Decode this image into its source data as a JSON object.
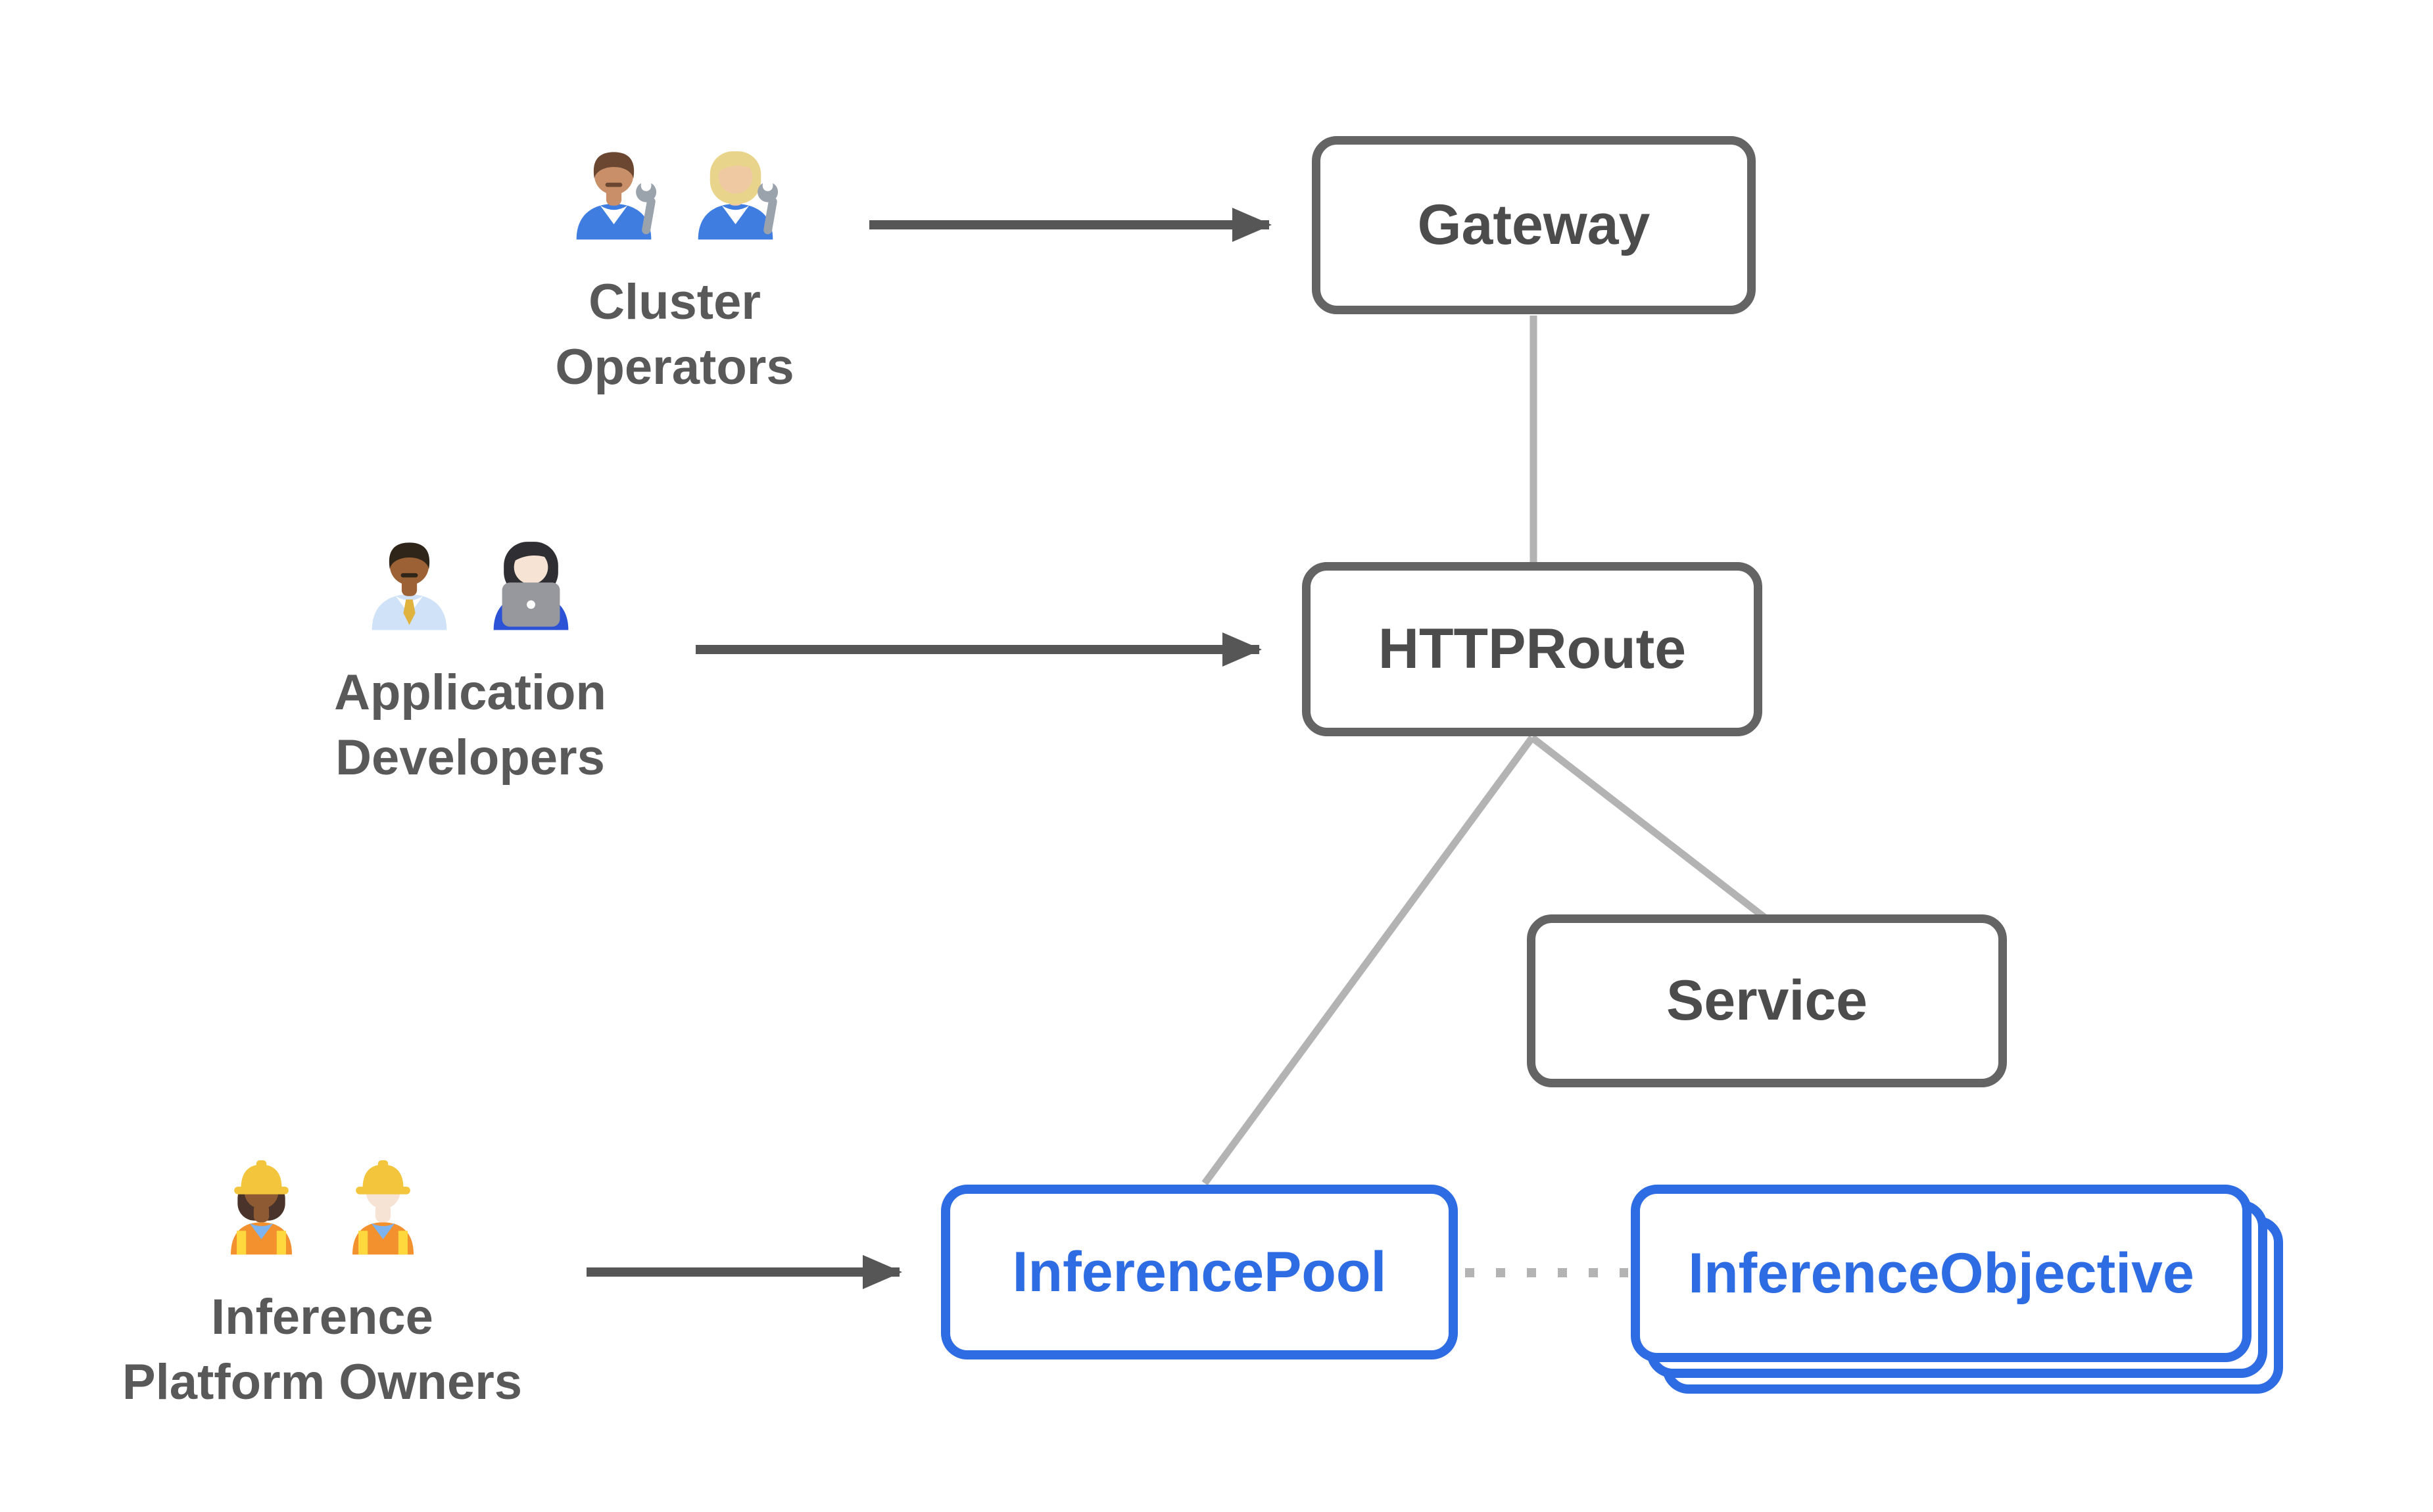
{
  "diagram": {
    "nodes": {
      "gateway": {
        "label": "Gateway"
      },
      "httproute": {
        "label": "HTTPRoute"
      },
      "service": {
        "label": "Service"
      },
      "inference_pool": {
        "label": "InferencePool"
      },
      "inference_objective": {
        "label": "InferenceObjective",
        "stacked_copies": 3
      }
    },
    "personas": {
      "cluster_operators": {
        "line1": "Cluster",
        "line2": "Operators",
        "icons": [
          "man-mechanic-emoji",
          "woman-mechanic-emoji"
        ]
      },
      "application_developers": {
        "line1": "Application",
        "line2": "Developers",
        "icons": [
          "man-office-worker-emoji",
          "woman-technologist-emoji"
        ]
      },
      "inference_platform_owners": {
        "line1": "Inference",
        "line2": "Platform Owners",
        "icons": [
          "woman-construction-worker-emoji",
          "man-construction-worker-emoji"
        ]
      }
    },
    "edges": [
      {
        "from": "cluster_operators",
        "to": "gateway",
        "style": "solid-arrow"
      },
      {
        "from": "application_developers",
        "to": "httproute",
        "style": "solid-arrow"
      },
      {
        "from": "inference_platform_owners",
        "to": "inference_pool",
        "style": "solid-arrow"
      },
      {
        "from": "gateway",
        "to": "httproute",
        "style": "plain-line"
      },
      {
        "from": "httproute",
        "to": "service",
        "style": "plain-line"
      },
      {
        "from": "httproute",
        "to": "inference_pool",
        "style": "plain-line"
      },
      {
        "from": "inference_pool",
        "to": "inference_objective",
        "style": "dotted-line"
      }
    ]
  },
  "colors": {
    "node_border": "#646464",
    "node_text": "#4c4c4c",
    "persona_text": "#595959",
    "arrow": "#565656",
    "connector": "#b3b3b3",
    "accent_blue": "#2e6ce4",
    "background": "#ffffff"
  }
}
